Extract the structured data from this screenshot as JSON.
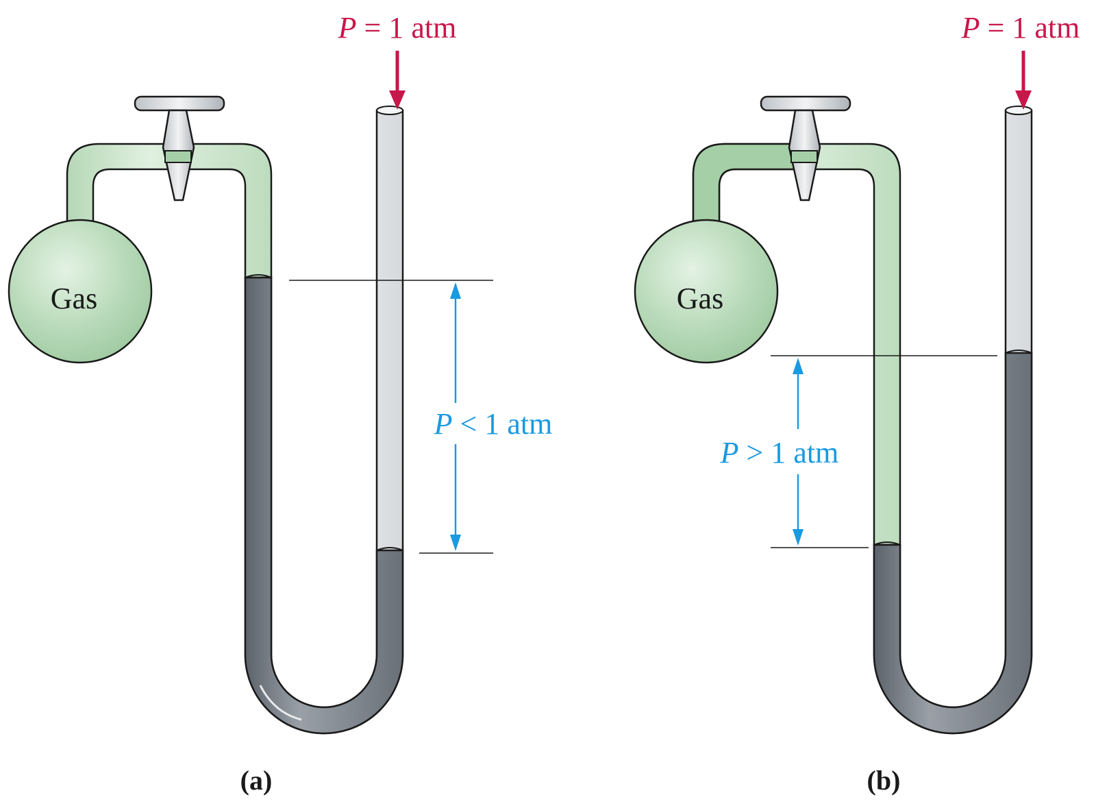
{
  "panels": [
    {
      "id": "a",
      "caption": "(a)",
      "bulb_label": "Gas",
      "atm_label": {
        "var": "P",
        "rest": " = 1 atm"
      },
      "pressure_label": {
        "var": "P",
        "rest": " < 1 atm"
      }
    },
    {
      "id": "b",
      "caption": "(b)",
      "bulb_label": "Gas",
      "atm_label": {
        "var": "P",
        "rest": " = 1 atm"
      },
      "pressure_label": {
        "var": "P",
        "rest": " > 1 atm"
      }
    }
  ],
  "colors": {
    "atm_text": "#c8174a",
    "pressure_text": "#1a9ae0",
    "gas": "#c6e3c6",
    "gas_dark": "#a5cfa6",
    "mercury": "#7e848c",
    "glass": "#e6e8ea",
    "outline": "#1a1a1a"
  }
}
